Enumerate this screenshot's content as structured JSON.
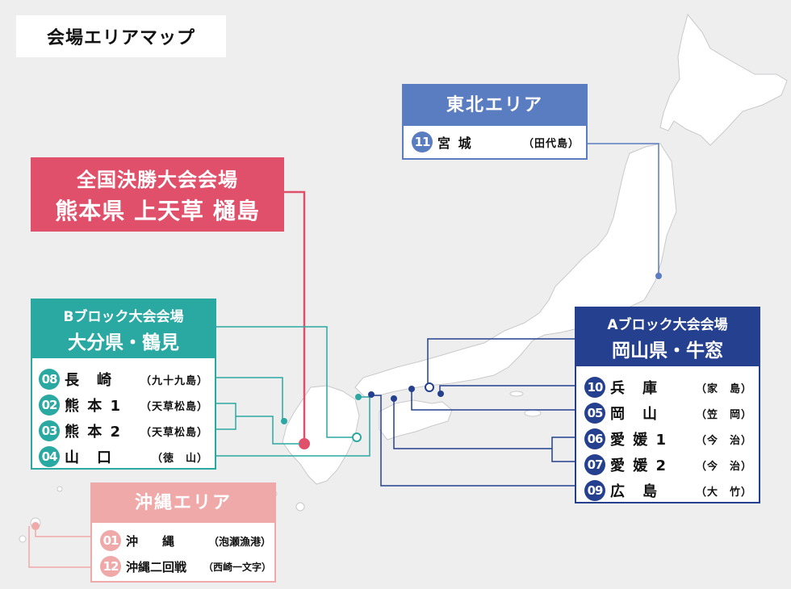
{
  "title": "会場エリアマップ",
  "colors": {
    "national": "#e0506a",
    "bblock": "#2aa9a3",
    "ablock": "#24408e",
    "tohoku": "#5a7cc0",
    "okinawa": "#f0a9a9"
  },
  "national": {
    "line1": "全国決勝大会会場",
    "line2": "熊本県 上天草 樋島"
  },
  "tohoku": {
    "header": "東北エリア",
    "venues": [
      {
        "num": "11",
        "name": "宮 城",
        "sub": "（田代島）"
      }
    ]
  },
  "bblock": {
    "header1": "Bブロック大会会場",
    "header2": "大分県・鶴見",
    "venues": [
      {
        "num": "08",
        "name": "長　崎",
        "sub": "（九十九島）"
      },
      {
        "num": "02",
        "name": "熊 本 1",
        "sub": "（天草松島）"
      },
      {
        "num": "03",
        "name": "熊 本 2",
        "sub": "（天草松島）"
      },
      {
        "num": "04",
        "name": "山　口",
        "sub": "（徳　山）"
      }
    ]
  },
  "ablock": {
    "header1": "Aブロック大会会場",
    "header2": "岡山県・牛窓",
    "venues": [
      {
        "num": "10",
        "name": "兵　庫",
        "sub": "（家　島）"
      },
      {
        "num": "05",
        "name": "岡　山",
        "sub": "（笠　岡）"
      },
      {
        "num": "06",
        "name": "愛 媛 1",
        "sub": "（今　治）"
      },
      {
        "num": "07",
        "name": "愛 媛 2",
        "sub": "（今　治）"
      },
      {
        "num": "09",
        "name": "広　島",
        "sub": "（大　竹）"
      }
    ]
  },
  "okinawa": {
    "header": "沖縄エリア",
    "venues": [
      {
        "num": "01",
        "name": "沖　　縄",
        "sub": "（泡瀬漁港）"
      },
      {
        "num": "12",
        "name": "沖縄二回戦",
        "sub": "（西崎一文字）"
      }
    ]
  }
}
